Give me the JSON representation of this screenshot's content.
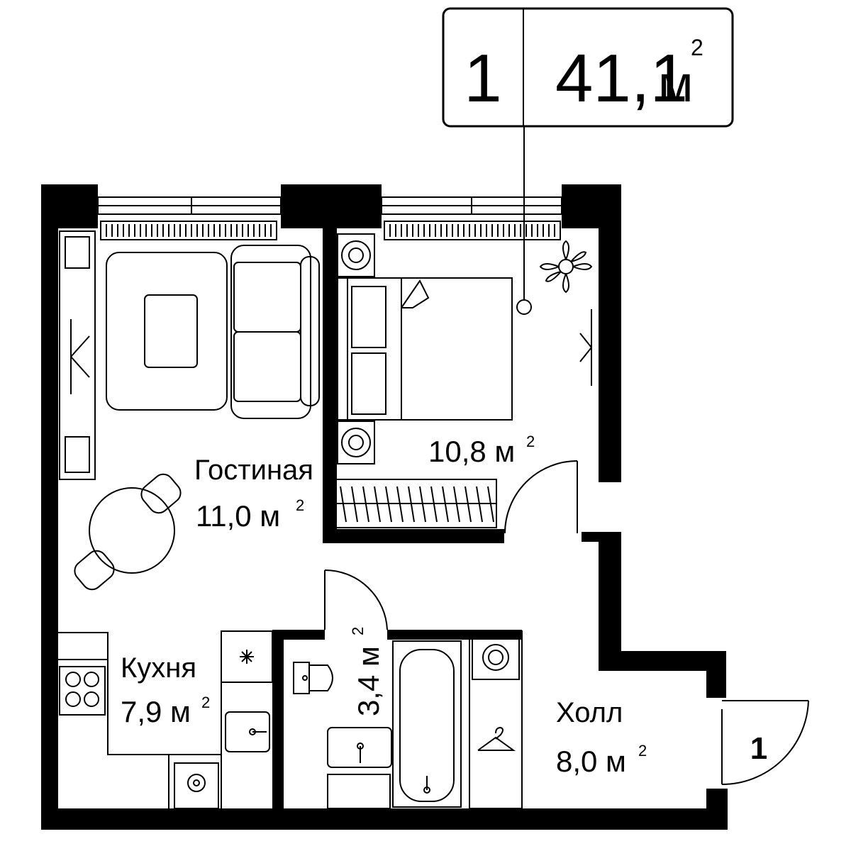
{
  "header": {
    "rooms_count": "1",
    "total_area": "41,1",
    "unit": "м"
  },
  "rooms": {
    "living": {
      "name": "Гостиная",
      "area": "11,0 м"
    },
    "bedroom": {
      "area": "10,8 м"
    },
    "kitchen": {
      "name": "Кухня",
      "area": "7,9 м"
    },
    "bathroom": {
      "area": "3,4 м"
    },
    "hall": {
      "name": "Холл",
      "area": "8,0 м"
    }
  },
  "entrance": {
    "number": "1"
  },
  "colors": {
    "wall": "#000000",
    "background": "#ffffff"
  },
  "icons": [
    "plant-icon",
    "hanger-icon",
    "stove-icon",
    "sink-icon",
    "toilet-icon",
    "washing-machine-icon",
    "boiler-icon",
    "fan-icon",
    "bathtub-icon",
    "bed-icon",
    "sofa-icon",
    "dining-table-icon",
    "wardrobe-icon"
  ]
}
